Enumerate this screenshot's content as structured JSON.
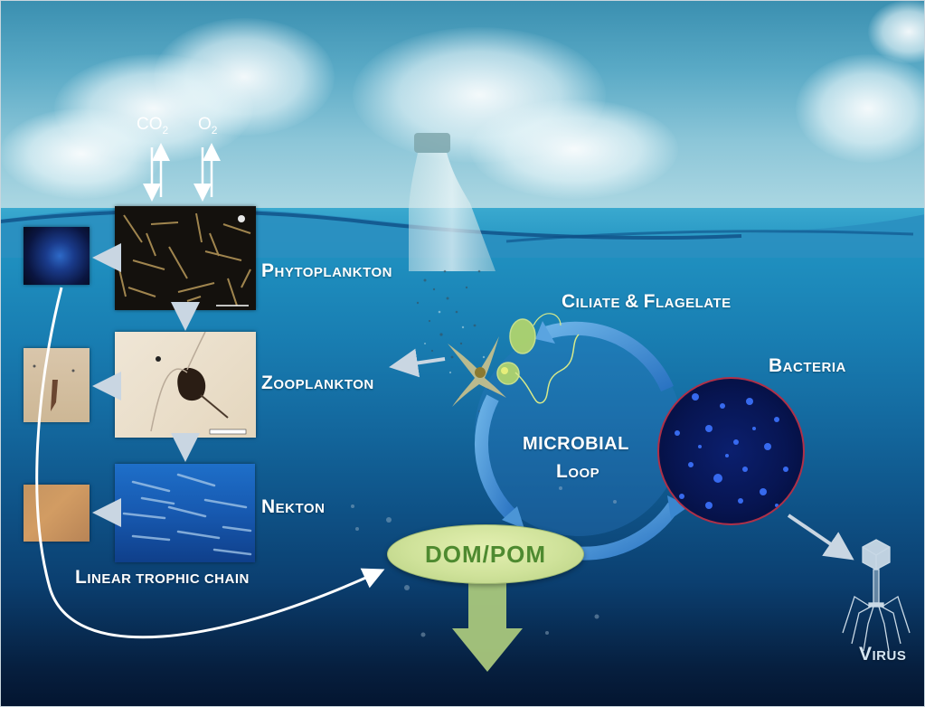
{
  "diagram": {
    "title": "Marine food web: linear trophic chain and microbial loop with plastic debris",
    "gases": [
      {
        "name": "CO",
        "sub": "2"
      },
      {
        "name": "O",
        "sub": "2"
      }
    ],
    "linear_chain": {
      "caption_first": "L",
      "caption_rest": "INEAR TROPHIC CHAIN",
      "levels": [
        {
          "first": "P",
          "rest": "HYTOPLANKTON"
        },
        {
          "first": "Z",
          "rest": "OOPLANKTON"
        },
        {
          "first": "N",
          "rest": "EKTON"
        }
      ]
    },
    "microbial_loop": {
      "title_line1": "MICROBIAL",
      "title_line2_first": "L",
      "title_line2_rest": "OOP",
      "ciliate": {
        "first1": "C",
        "rest1": "ILIATE",
        "amp": "&",
        "first2": "F",
        "rest2": "LAGELATE"
      },
      "bacteria": {
        "first": "B",
        "rest": "ACTERIA"
      },
      "virus": {
        "first": "V",
        "rest": "IRUS"
      },
      "dom_pom": "DOM/POM"
    },
    "colors": {
      "sky": "#6db8d0",
      "sea_surface": "#1f8fbf",
      "sea_deep": "#061f3f",
      "loop_arrow": "#3f8fd0",
      "dom_fill": "#cfe29a",
      "dom_text": "#4e8a30",
      "sink_arrow": "#a9c77c",
      "bacteria_border": "#b03048"
    },
    "icons": [
      "plastic-bottle-icon",
      "virus-bacteriophage-icon",
      "ciliate-icon",
      "flagellate-icon"
    ]
  }
}
